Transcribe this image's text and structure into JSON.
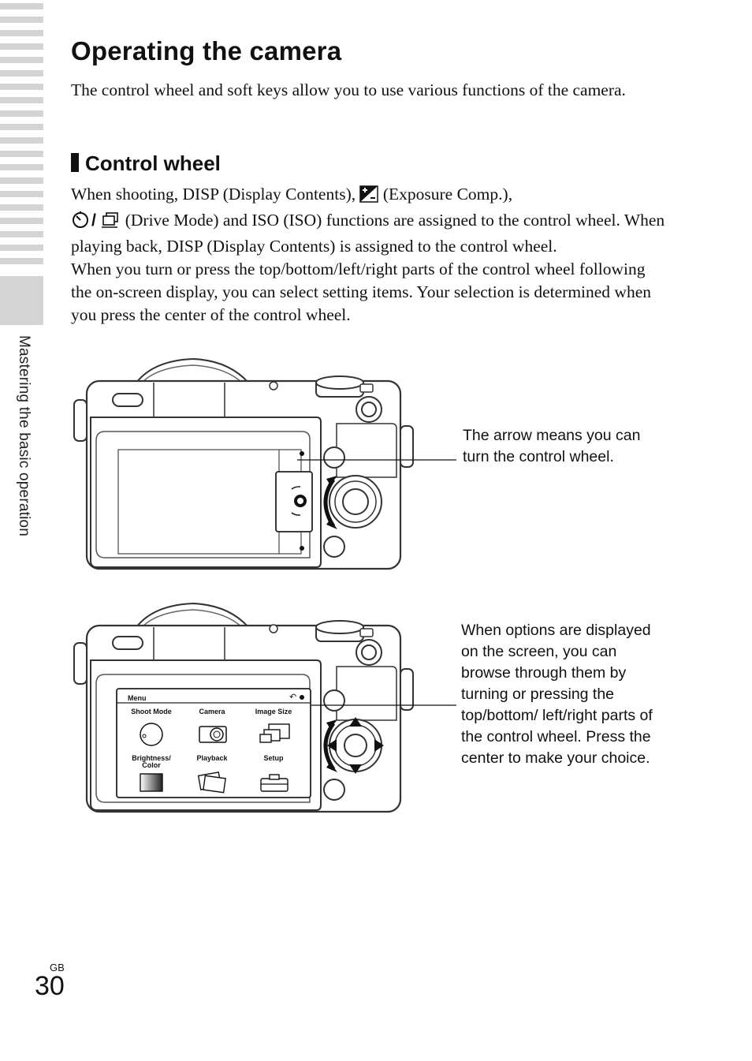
{
  "page": {
    "side_label": "Mastering the basic operation",
    "title": "Operating the camera",
    "intro": "The control wheel and soft keys allow you to use various functions of the camera.",
    "section_title": "Control wheel",
    "p1_a": "When shooting, DISP (Display Contents),",
    "p1_b": "(Exposure Comp.),",
    "p1_c": "(Drive Mode) and ISO (ISO) functions are assigned to the control wheel. When playing back, DISP (Display Contents) is assigned to the control wheel.",
    "p2": "When you turn or press the top/bottom/left/right parts of the control wheel following the on-screen display, you can select setting items. Your selection is determined when you press the center of the control wheel.",
    "callout1": "The arrow means you can turn the control wheel.",
    "callout2": "When options are displayed on the screen, you can browse through them by turning or pressing the top/bottom/ left/right parts of the control wheel. Press the center to make your choice.",
    "region": "GB",
    "page_number": "30"
  },
  "menu_screen": {
    "title": "Menu",
    "items": [
      "Shoot Mode",
      "Camera",
      "Image Size",
      "Brightness/",
      "Color",
      "Playback",
      "Setup"
    ]
  },
  "icons": [
    "exposure-comp-icon",
    "self-timer-icon",
    "continuous-shooting-icon",
    "control-wheel-icon",
    "back-icon"
  ]
}
